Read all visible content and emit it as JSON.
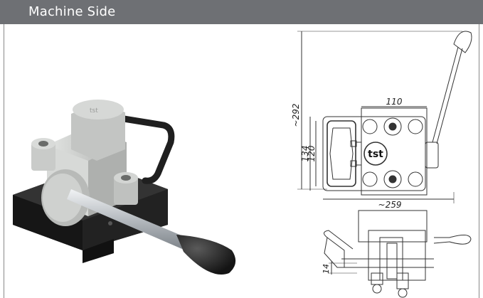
{
  "header": {
    "title": "Machine Side"
  },
  "product": {
    "logo_text": "tst"
  },
  "dimensions": {
    "overall_height": "~292",
    "body_width": "110",
    "height_outer": "134",
    "height_inner": "120",
    "overall_length": "~259",
    "side_offset": "14"
  },
  "colors": {
    "header_background": "#6e7074",
    "header_text": "#ffffff",
    "body_grey": "#c9cbc9",
    "base_black": "#1e1e1e",
    "handle_black": "#2a2a2a",
    "lever_steel": "#b9bdc2"
  }
}
